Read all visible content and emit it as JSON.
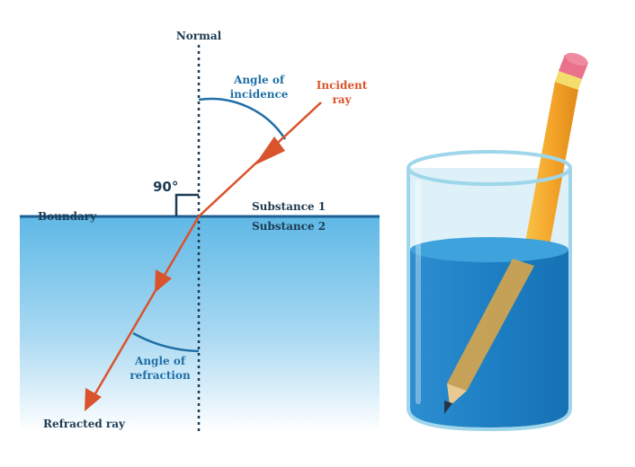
{
  "diagram": {
    "normal_label": "Normal",
    "incidence_label_line1": "Angle of",
    "incidence_label_line2": "incidence",
    "incident_label_line1": "Incident",
    "incident_label_line2": "ray",
    "right_angle_label": "90°",
    "boundary_label": "Boundary",
    "substance_1_label": "Substance 1",
    "substance_2_label": "Substance 2",
    "refraction_label_line1": "Angle of",
    "refraction_label_line2": "refraction",
    "refracted_label": "Refracted ray"
  },
  "colors": {
    "ray": "#d9532c",
    "boundary": "#1f5f93",
    "water_top": "#5fb8e6",
    "water_bottom": "#ffffff",
    "angle_arc": "#1f6fa6",
    "normal_line": "#1d3b52",
    "pencil_body": "#f4a62a",
    "pencil_eraser": "#e9718a"
  }
}
